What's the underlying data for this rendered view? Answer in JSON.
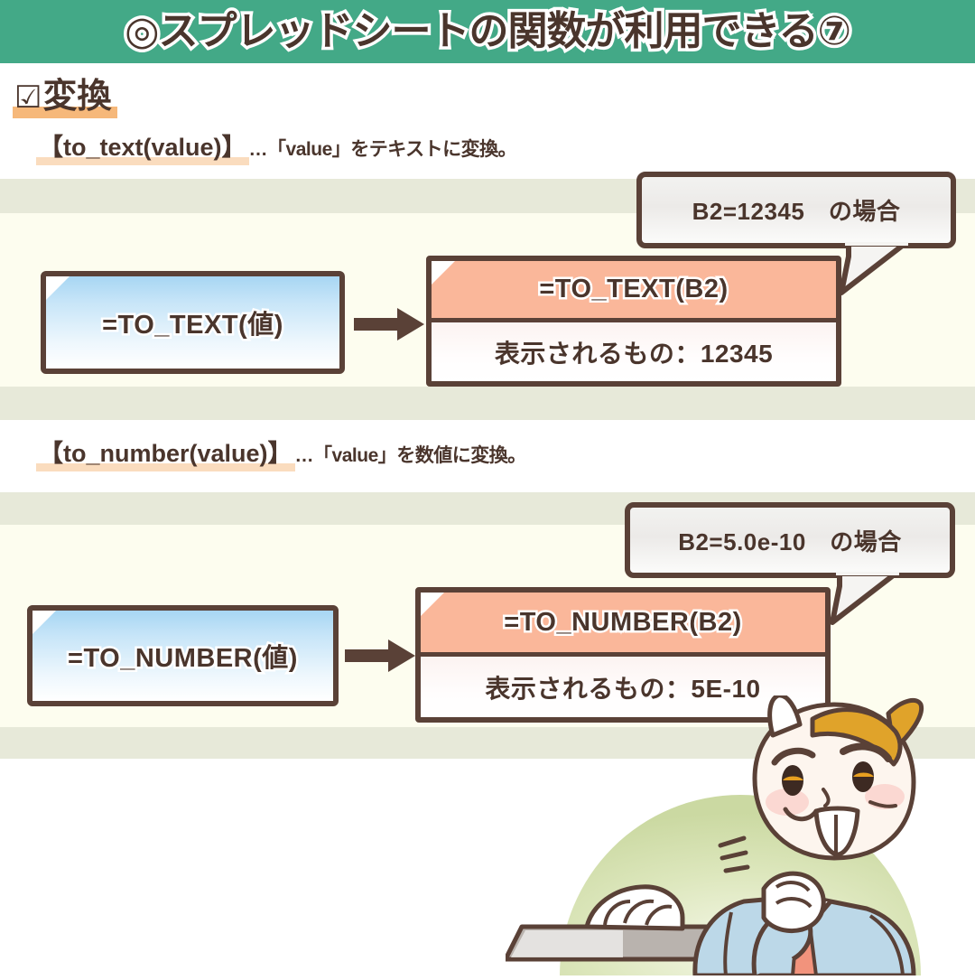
{
  "header": {
    "title": "◎スプレッドシートの関数が利用できる⑦",
    "bg_color": "#43a987",
    "text_color": "#4a352c"
  },
  "section": {
    "checkbox_icon": "☑",
    "heading": "変換",
    "highlight_color": "#f6b87a"
  },
  "functions": [
    {
      "name": "【to_text(value)】",
      "description": "…「value」をテキストに変換。",
      "source_label": "=TO_TEXT(値)",
      "result_formula": "=TO_TEXT(B2)",
      "result_display": "表示されるもの：12345",
      "bubble": "B2=12345　の場合"
    },
    {
      "name": "【to_number(value)】",
      "description": "…「value」を数値に変換。",
      "source_label": "=TO_NUMBER(値)",
      "result_formula": "=TO_NUMBER(B2)",
      "result_display": "表示されるもの：5E-10",
      "bubble": "B2=5.0e-10　の場合"
    }
  ],
  "colors": {
    "band_green": "#e7e9d9",
    "panel_cream": "#fdfdef",
    "border_brown": "#5a4137",
    "source_blue": "#a7d6f3",
    "result_peach": "#fab79a",
    "underline_peach": "#fadcbe"
  },
  "illustration": {
    "name": "cat-eared-character-at-laptop",
    "shirt_color": "#bcd8e8",
    "hair_color": "#e0a32a",
    "backdrop_color": "#cdd9a4"
  }
}
